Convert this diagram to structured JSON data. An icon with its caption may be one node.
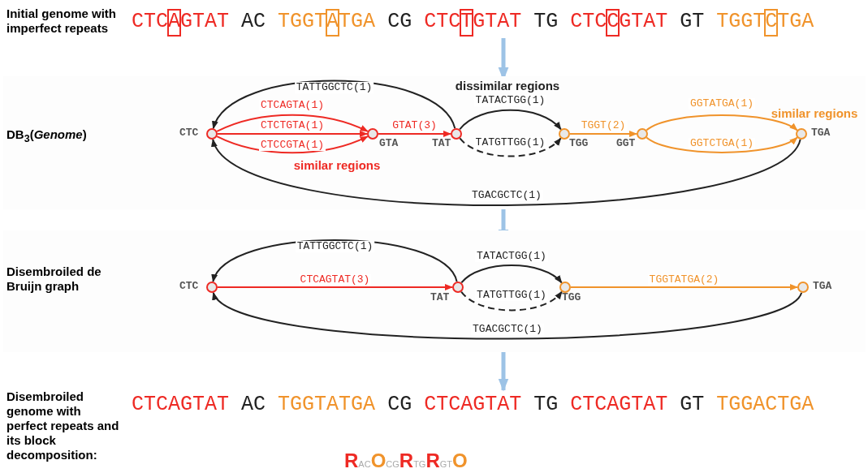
{
  "diagram": {
    "nodes": [
      {
        "text": [
          "Initial genome with imperfect repeats",
          "CTCAGTAT AC TGGTATGA CG CTCTGTAT TG CTCCGTAT GT TGGTCTGA"
        ]
      },
      {
        "text": [
          "DB$_{3}$(*Genome*)"
        ]
      },
      {
        "text": [],
        "shape": "circle",
        "beside": [
          "CTC"
        ],
        "in": 1
      },
      {
        "text": [],
        "shape": "circle",
        "beside": [
          "GTA"
        ],
        "in": 1
      },
      {
        "text": [],
        "shape": "circle",
        "beside": [
          "TAT"
        ],
        "in": 1
      },
      {
        "text": [],
        "shape": "circle",
        "beside": [
          "TGG"
        ],
        "in": 1
      },
      {
        "text": [],
        "shape": "circle",
        "beside": [
          "GGT"
        ],
        "in": 1
      },
      {
        "text": [],
        "shape": "circle",
        "beside": [
          "TGA"
        ],
        "in": 1
      },
      {
        "text": [
          "Disembroiled de Bruijn graph"
        ]
      },
      {
        "text": [],
        "shape": "circle",
        "beside": [
          "CTC"
        ],
        "in": 8
      },
      {
        "text": [],
        "shape": "circle",
        "beside": [
          "TAT"
        ],
        "in": 8
      },
      {
        "text": [],
        "shape": "circle",
        "beside": [
          "TGG"
        ],
        "in": 8
      },
      {
        "text": [],
        "shape": "circle",
        "beside": [
          "TGA"
        ],
        "in": 8
      },
      {
        "text": [
          "Disembroiled genome with perfect repeats and its block decomposition:",
          "CTCAGTAT AC TGGTATGA CG CTCAGTAT TG CTCAGTAT GT TGGACTGA",
          "R$_{AC}$O$_{CG}$R$_{TG}$R$_{GT}$O"
        ]
      }
    ],
    "edges": [
      {
        "from": 0,
        "to": 1,
        "arrow": "to",
        "style": "thick",
        "color": "#9dc3e6"
      },
      {
        "from": 4,
        "to": 2,
        "arrow": "to",
        "label": "TATTGGCTC(1)"
      },
      {
        "from": 2,
        "to": 3,
        "arrow": "to",
        "label": "CTCAGTA(1)",
        "color": "#ee2a24"
      },
      {
        "from": 2,
        "to": 3,
        "arrow": "to",
        "label": "CTCTGTA(1)",
        "color": "#ee2a24"
      },
      {
        "from": 2,
        "to": 3,
        "arrow": "to",
        "label": "CTCCGTA(1)",
        "color": "#ee2a24"
      },
      {
        "from": 3,
        "to": 4,
        "arrow": "to",
        "label": "GTAT(3)",
        "color": "#ee2a24"
      },
      {
        "from": 4,
        "to": 5,
        "arrow": "to",
        "label": "TATACTGG(1)"
      },
      {
        "from": 4,
        "to": 5,
        "arrow": "to",
        "label": "TATGTTGG(1)",
        "style": "dashed"
      },
      {
        "from": 5,
        "to": 6,
        "arrow": "to",
        "label": "TGGT(2)",
        "color": "#f0932b"
      },
      {
        "from": 6,
        "to": 7,
        "arrow": "to",
        "label": "GGTATGA(1)",
        "color": "#f0932b"
      },
      {
        "from": 6,
        "to": 7,
        "arrow": "to",
        "label": "GGTCTGA(1)",
        "color": "#f0932b"
      },
      {
        "from": 7,
        "to": 2,
        "arrow": "to",
        "label": "TGACGCTC(1)"
      },
      {
        "from": 1,
        "to": 8,
        "arrow": "to",
        "style": "thick",
        "color": "#9dc3e6"
      },
      {
        "from": 10,
        "to": 9,
        "arrow": "to",
        "label": "TATTGGCTC(1)"
      },
      {
        "from": 9,
        "to": 10,
        "arrow": "to",
        "label": "CTCAGTAT(3)",
        "color": "#ee2a24"
      },
      {
        "from": 10,
        "to": 11,
        "arrow": "to",
        "label": "TATACTGG(1)"
      },
      {
        "from": 10,
        "to": 11,
        "arrow": "to",
        "label": "TATGTTGG(1)",
        "style": "dashed"
      },
      {
        "from": 11,
        "to": 12,
        "arrow": "to",
        "label": "TGGTATGA(2)",
        "color": "#f0932b"
      },
      {
        "from": 12,
        "to": 9,
        "arrow": "to",
        "label": "TGACGCTC(1)"
      },
      {
        "from": 8,
        "to": 13,
        "arrow": "to",
        "style": "thick",
        "color": "#9dc3e6"
      }
    ],
    "labels": [
      "similar regions",
      "dissimilar regions",
      "similar regions"
    ]
  }
}
